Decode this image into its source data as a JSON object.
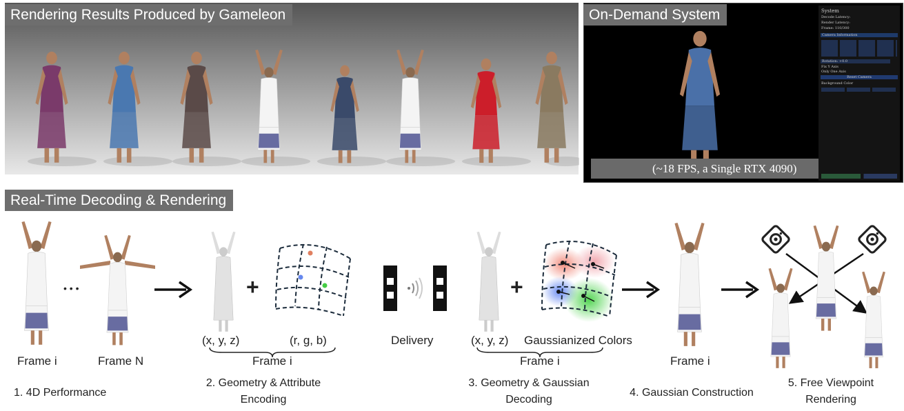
{
  "rendering_section": {
    "title": "Rendering Results Produced by Gameleon"
  },
  "on_demand_section": {
    "title": "On-Demand System",
    "caption": "(~18 FPS, a Single RTX 4090)",
    "panel": {
      "header": "System",
      "rows": [
        "Decode Latency:",
        "Render Latency:",
        "Frame: 110/300",
        "Camera Information",
        "Rotation: +0.0",
        "Fix Y Axis",
        "Only One Axis",
        "Reset Camera",
        "Background Color"
      ]
    }
  },
  "pipeline_section": {
    "title": "Real-Time Decoding & Rendering",
    "ellipsis": "• • •",
    "step1": {
      "frame_i": "Frame i",
      "frame_n": "Frame N",
      "label": "1. 4D Performance"
    },
    "step2": {
      "xyz": "(x, y, z)",
      "plus": "+",
      "rgb": "(r, g, b)",
      "brace_label": "Frame i",
      "label_line1": "2. Geometry & Attribute",
      "label_line2": "Encoding"
    },
    "delivery": {
      "label": "Delivery"
    },
    "step3": {
      "xyz": "(x, y, z)",
      "plus": "+",
      "colors": "Gaussianized Colors",
      "brace_label": "Frame i",
      "label_line1": "3. Geometry & Gaussian",
      "label_line2": "Decoding"
    },
    "step4": {
      "frame_i": "Frame i",
      "label": "4. Gaussian Construction"
    },
    "step5": {
      "label_line1": "5. Free Viewpoint",
      "label_line2": "Rendering"
    }
  },
  "colors": {
    "title_bg": "#6e6e6e",
    "panel_bg": "#0a0a0a",
    "accent_red": "#e06060",
    "accent_blue": "#6688ee",
    "accent_green": "#44cc44"
  }
}
